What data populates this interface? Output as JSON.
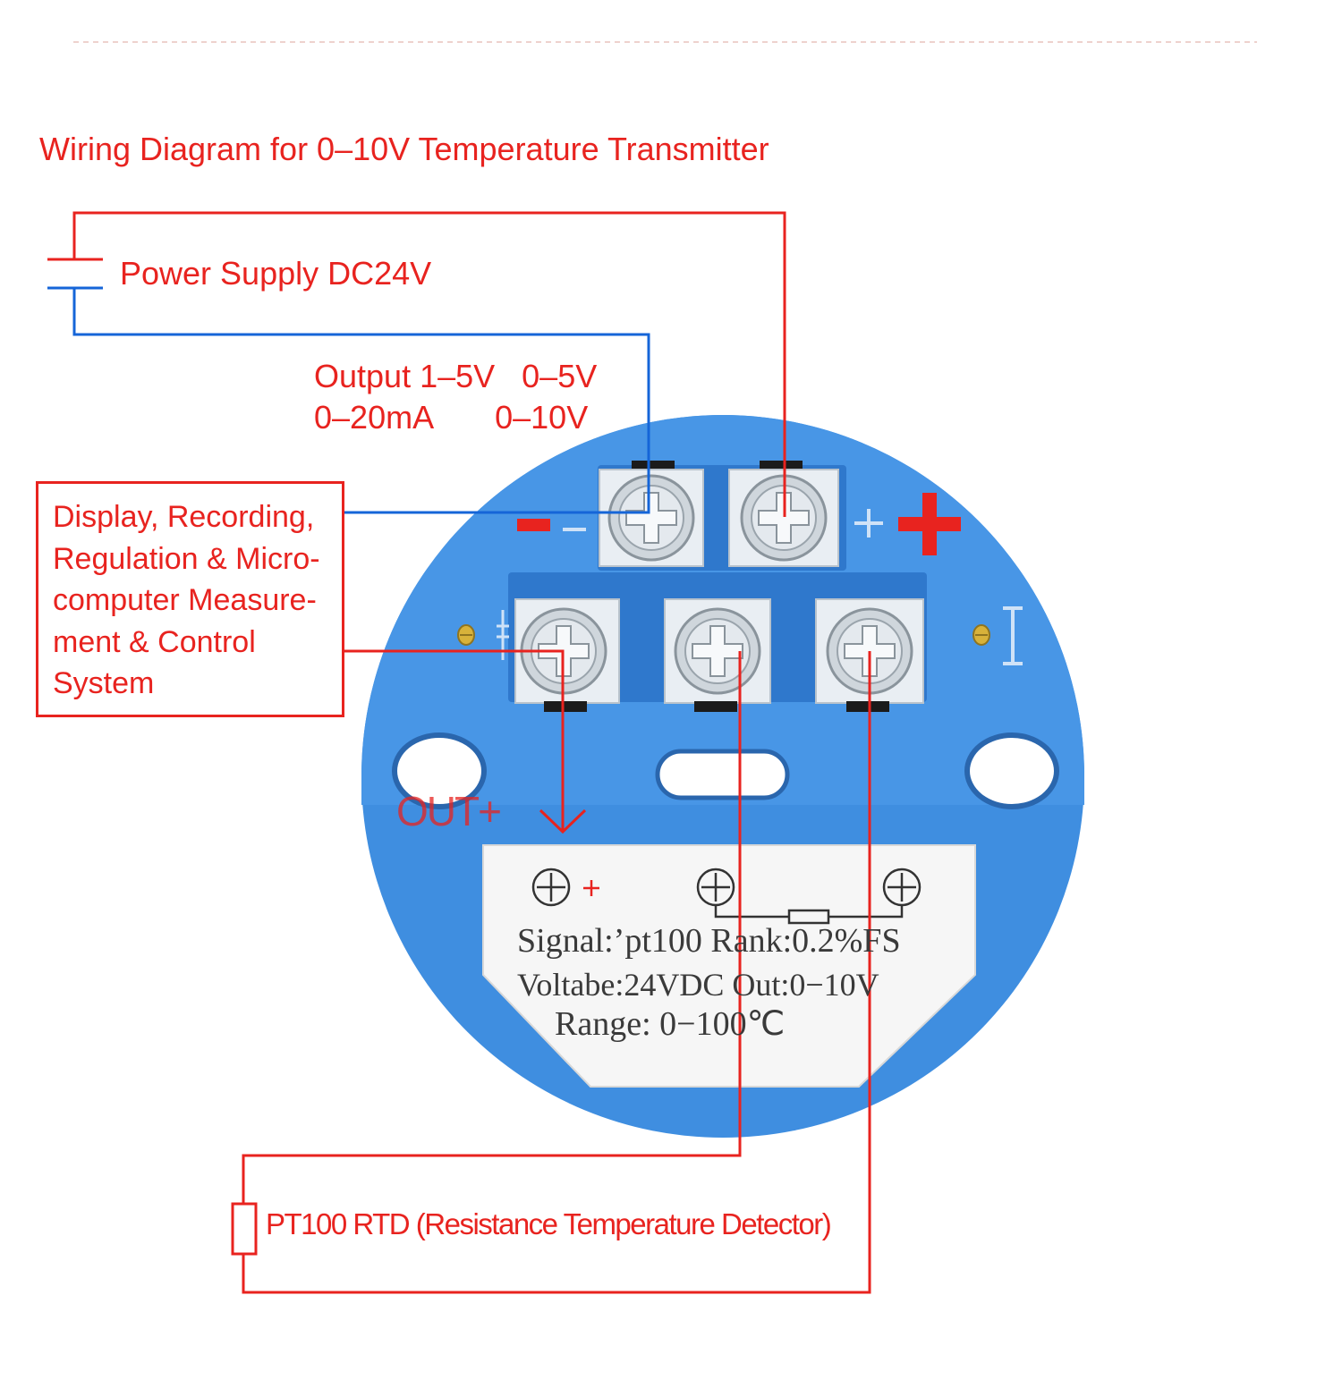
{
  "title": "Wiring Diagram for 0–10V Temperature Transmitter",
  "power_supply": {
    "label": "Power Supply DC24V"
  },
  "output_options": {
    "line1": "Output 1–5V   0–5V",
    "line2": "0–20mA       0–10V"
  },
  "measurement_system": {
    "lines": [
      "Display, Recording,",
      "Regulation & Micro-",
      "computer Measure-",
      "ment & Control",
      "System"
    ]
  },
  "sensor": {
    "label": "PT100 RTD (Resistance Temperature Detector)"
  },
  "device": {
    "output_marker": "OUT+",
    "plate": {
      "line1": "Signal:’pt100 Rank:0.2%FS",
      "line2": "Voltabe:24VDC Out:0−10V",
      "line3": "Range: 0−100℃"
    }
  },
  "colors": {
    "wire_positive": "#e8231f",
    "wire_negative": "#1565d8",
    "housing": "#3f8ee0",
    "housing_dark": "#2f76c9",
    "label_plate": "#f6f6f6"
  }
}
